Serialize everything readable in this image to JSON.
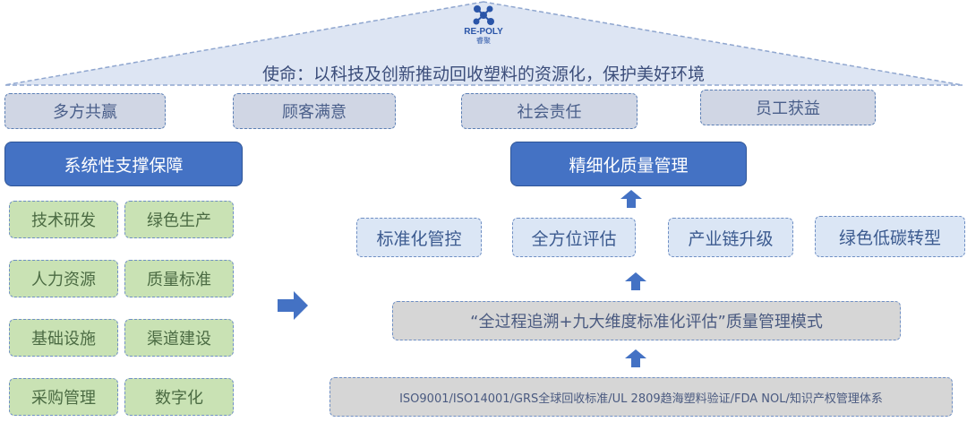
{
  "logo": {
    "name_en": "RE-POLY",
    "name_cn": "睿聚",
    "brand_color": "#2a55a8"
  },
  "mission": "使命：以科技及创新推动回收塑料的资源化，保护美好环境",
  "values": [
    "多方共赢",
    "顾客满意",
    "社会责任",
    "员工获益"
  ],
  "left": {
    "title": "系统性支撑保障",
    "items": [
      "技术研发",
      "绿色生产",
      "人力资源",
      "质量标准",
      "基础设施",
      "渠道建设",
      "采购管理",
      "数字化"
    ]
  },
  "right": {
    "title": "精细化质量管理",
    "features": [
      "标准化管控",
      "全方位评估",
      "产业链升级",
      "绿色低碳转型"
    ],
    "model": "“全过程追溯+九大维度标准化评估”质量管理模式",
    "foundation": "ISO9001/ISO14001/GRS全球回收标准/UL 2809趋海塑料验证/FDA NOL/知识产权管理体系"
  },
  "colors": {
    "accent": "#4472c4",
    "roof": "#dde5f3",
    "green": "#c9e2b4"
  }
}
